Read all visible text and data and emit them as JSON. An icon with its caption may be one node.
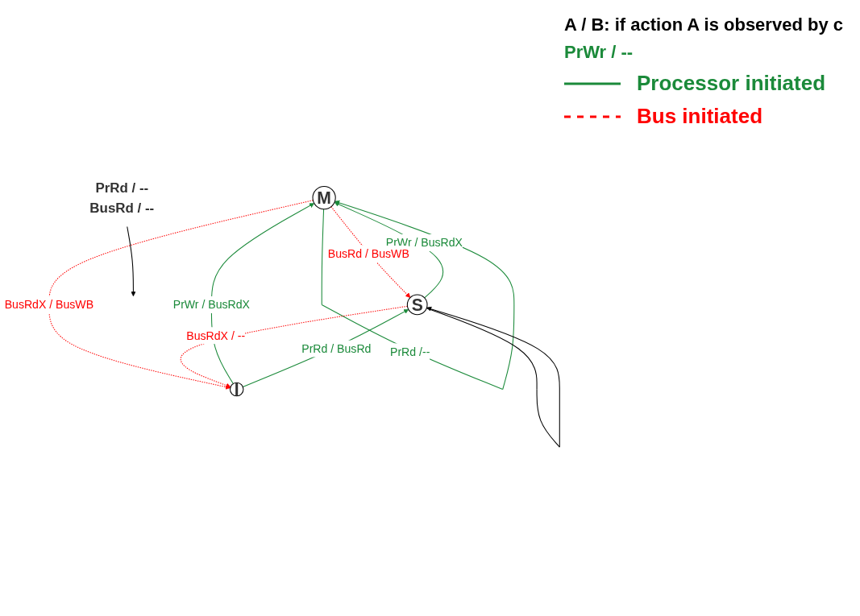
{
  "diagram": {
    "nodes": [
      {
        "text": [
          "M"
        ]
      },
      {
        "text": [
          "S"
        ]
      },
      {
        "text": [
          "I"
        ]
      },
      {
        "text": [
          "PrRd / --",
          "BusRd / --"
        ]
      }
    ],
    "edges": [
      {
        "from": 0,
        "to": 0,
        "arrow": "to",
        "label": "PrRd /--"
      },
      {
        "from": 1,
        "to": 0,
        "arrow": "to",
        "label": "PrWr / BusRdX"
      },
      {
        "from": 2,
        "to": 0,
        "arrow": "to",
        "label": "PrWr / BusRdX"
      },
      {
        "from": 0,
        "to": 1,
        "arrow": "to",
        "label": "BusRd / BusWB",
        "style": "dashed",
        "color": "#ff0000"
      },
      {
        "from": 0,
        "to": 2,
        "arrow": "to",
        "label": "BusRdX / BusWB",
        "style": "dashed",
        "color": "#ff0000"
      },
      {
        "from": 1,
        "to": 2,
        "arrow": "to",
        "label": "BusRdX / --",
        "style": "dashed",
        "color": "#ff0000"
      },
      {
        "from": 2,
        "to": 1,
        "arrow": "to",
        "label": "PrRd / BusRd"
      },
      {
        "from": 1,
        "to": 1,
        "arrow": "to",
        "color": "#000000"
      },
      {
        "from": 3,
        "to": null,
        "arrow": "to",
        "color": "#000000"
      }
    ],
    "labels": [
      "A / B: if action A is observed by c",
      "PrWr / --"
    ],
    "legend": [
      {
        "text": "Processor initiated"
      },
      {
        "text": "Bus initiated"
      }
    ]
  }
}
